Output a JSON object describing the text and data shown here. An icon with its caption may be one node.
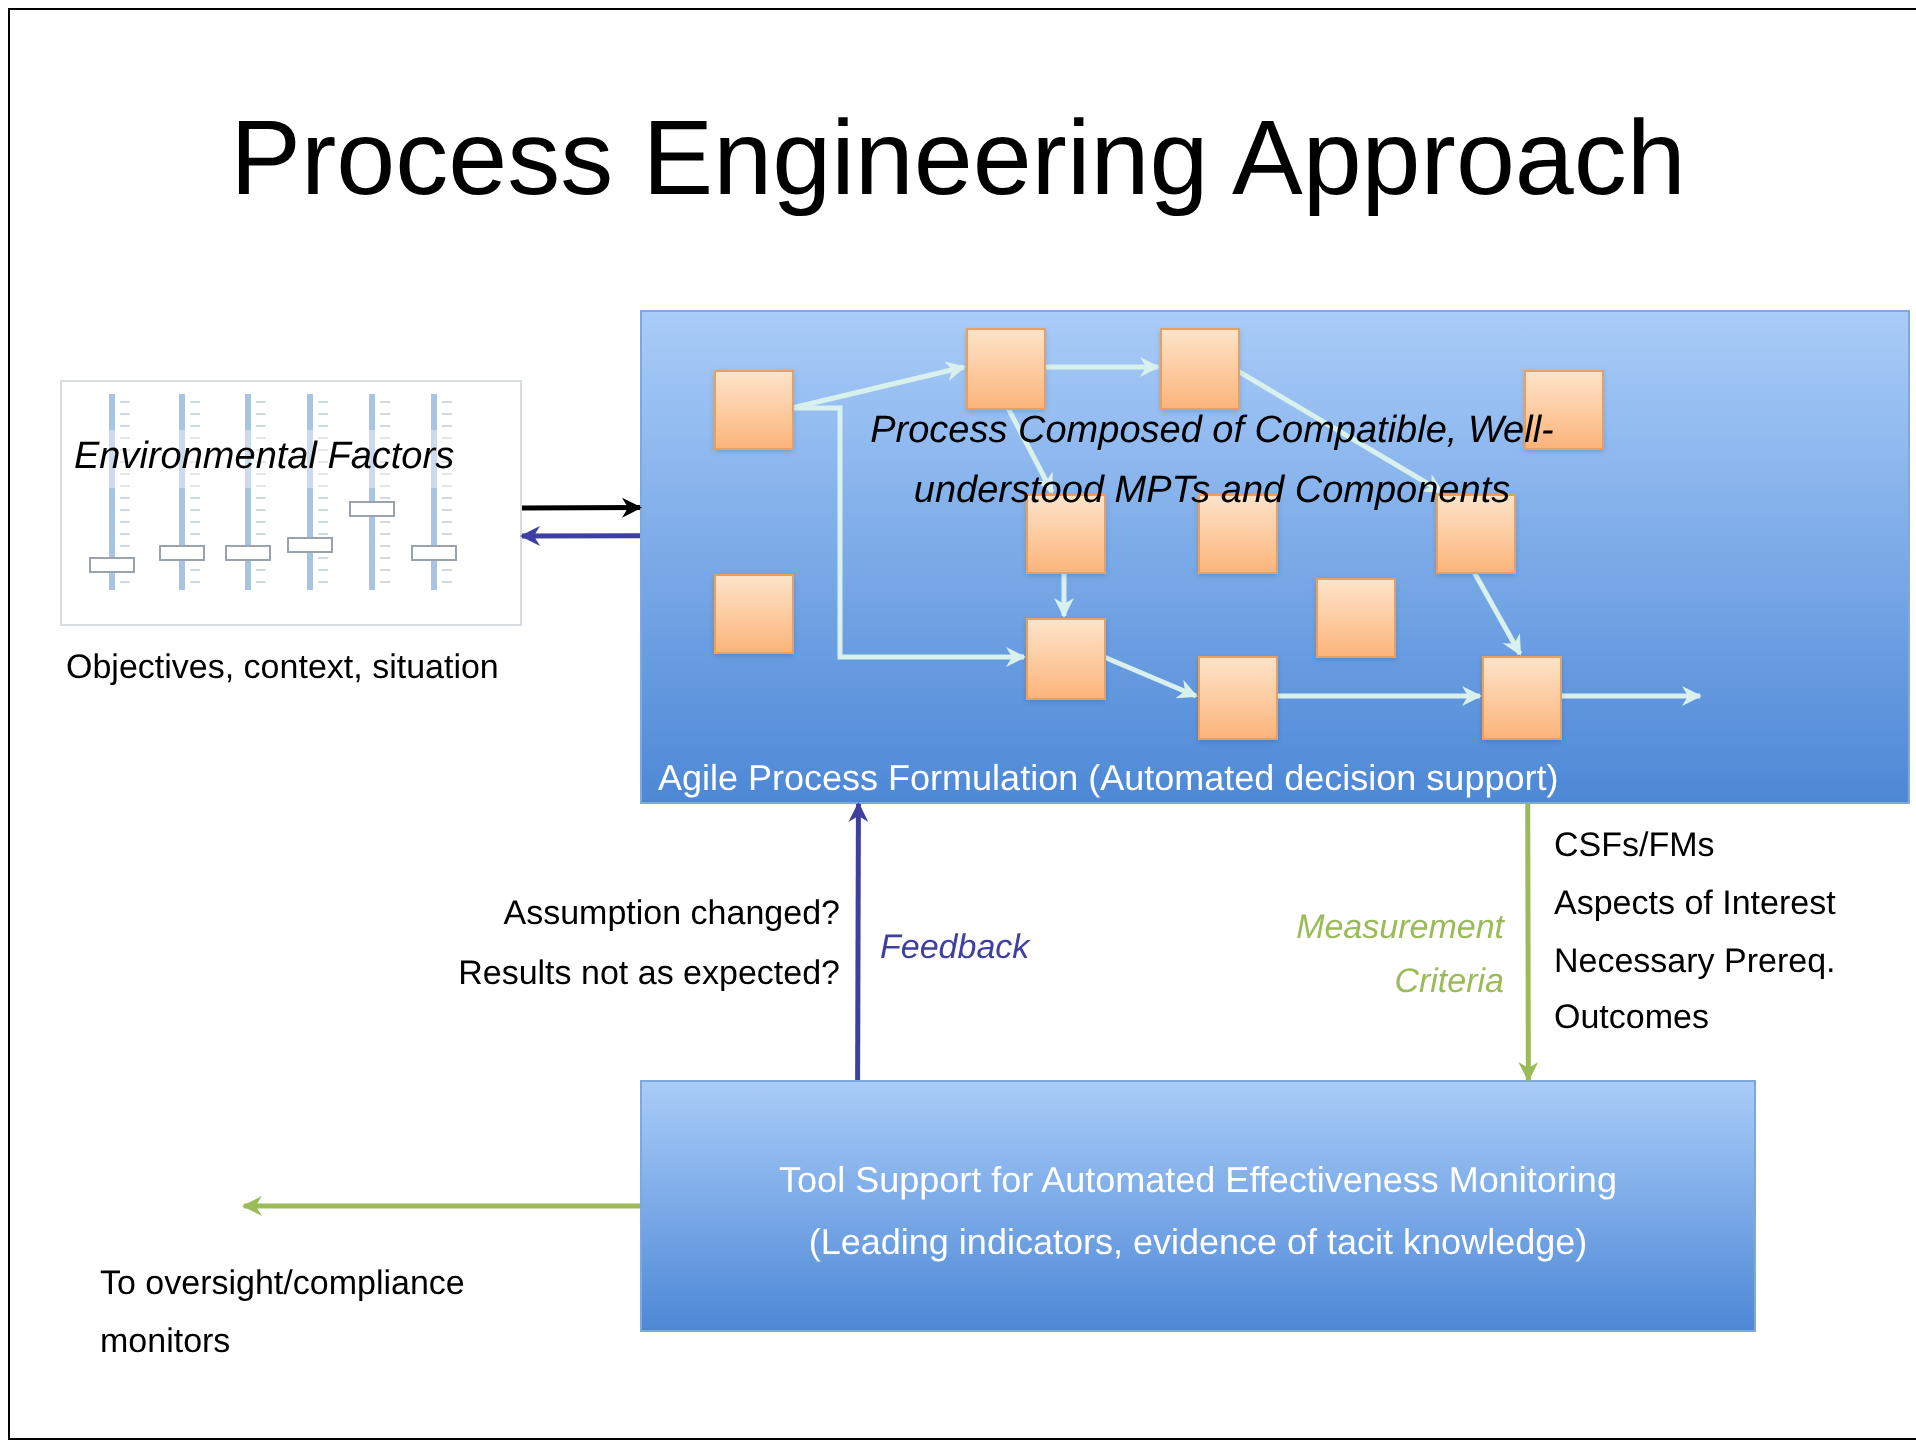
{
  "diagram": {
    "title": "Process Engineering Approach",
    "nodes": [
      {
        "text": [
          "Environmental Factors"
        ],
        "beside": [
          "Objectives, context, situation"
        ]
      },
      {
        "text": [
          "Process Composed of Compatible, Well-understood MPTs and Components",
          "Agile Process Formulation (Automated decision support)"
        ]
      },
      {
        "text": [],
        "shape": "box",
        "in": 1
      },
      {
        "text": [],
        "shape": "box",
        "in": 1
      },
      {
        "text": [],
        "shape": "box",
        "in": 1
      },
      {
        "text": [],
        "shape": "box",
        "in": 1
      },
      {
        "text": [],
        "shape": "box",
        "in": 1
      },
      {
        "text": [],
        "shape": "box",
        "in": 1
      },
      {
        "text": [],
        "shape": "box",
        "in": 1
      },
      {
        "text": [],
        "shape": "box",
        "in": 1
      },
      {
        "text": [],
        "shape": "box",
        "in": 1
      },
      {
        "text": [],
        "shape": "box",
        "in": 1
      },
      {
        "text": [],
        "shape": "box",
        "in": 1
      },
      {
        "text": [],
        "shape": "box",
        "in": 1
      },
      {
        "text": [
          "Tool Support for Automated Effectiveness Monitoring",
          "(Leading indicators, evidence of tacit knowledge)"
        ]
      },
      {
        "text": [
          "To oversight/compliance monitors"
        ]
      }
    ],
    "edges": [
      {
        "from": 0,
        "to": 1,
        "arrow": "to",
        "color": "#000000"
      },
      {
        "from": 1,
        "to": 0,
        "arrow": "to",
        "color": "#3f3f9f"
      },
      {
        "from": 14,
        "to": 1,
        "arrow": "to",
        "label": "Feedback",
        "color": "#3f3f9f"
      },
      {
        "from": 1,
        "to": 14,
        "arrow": "to",
        "label": "Measurement Criteria",
        "color": "#9bbb59"
      },
      {
        "from": 14,
        "to": 15,
        "arrow": "to",
        "color": "#9bbb59"
      },
      {
        "from": 2,
        "to": 3,
        "arrow": "to"
      },
      {
        "from": 3,
        "to": 4,
        "arrow": "to"
      },
      {
        "from": 3,
        "to": 6,
        "arrow": "to"
      },
      {
        "from": 4,
        "to": 8,
        "arrow": "to"
      },
      {
        "from": 2,
        "to": 11,
        "arrow": "to"
      },
      {
        "from": 6,
        "to": 11,
        "arrow": "to"
      },
      {
        "from": 11,
        "to": 12,
        "arrow": "to"
      },
      {
        "from": 12,
        "to": 13,
        "arrow": "to"
      },
      {
        "from": 8,
        "to": 13,
        "arrow": "to"
      },
      {
        "from": 13,
        "to": null,
        "arrow": "to"
      }
    ],
    "labels": [
      "Assumption changed?",
      "Results not as expected?",
      "CSFs/FMs",
      "Aspects of Interest",
      "Necessary Prereq.",
      "Outcomes"
    ]
  }
}
